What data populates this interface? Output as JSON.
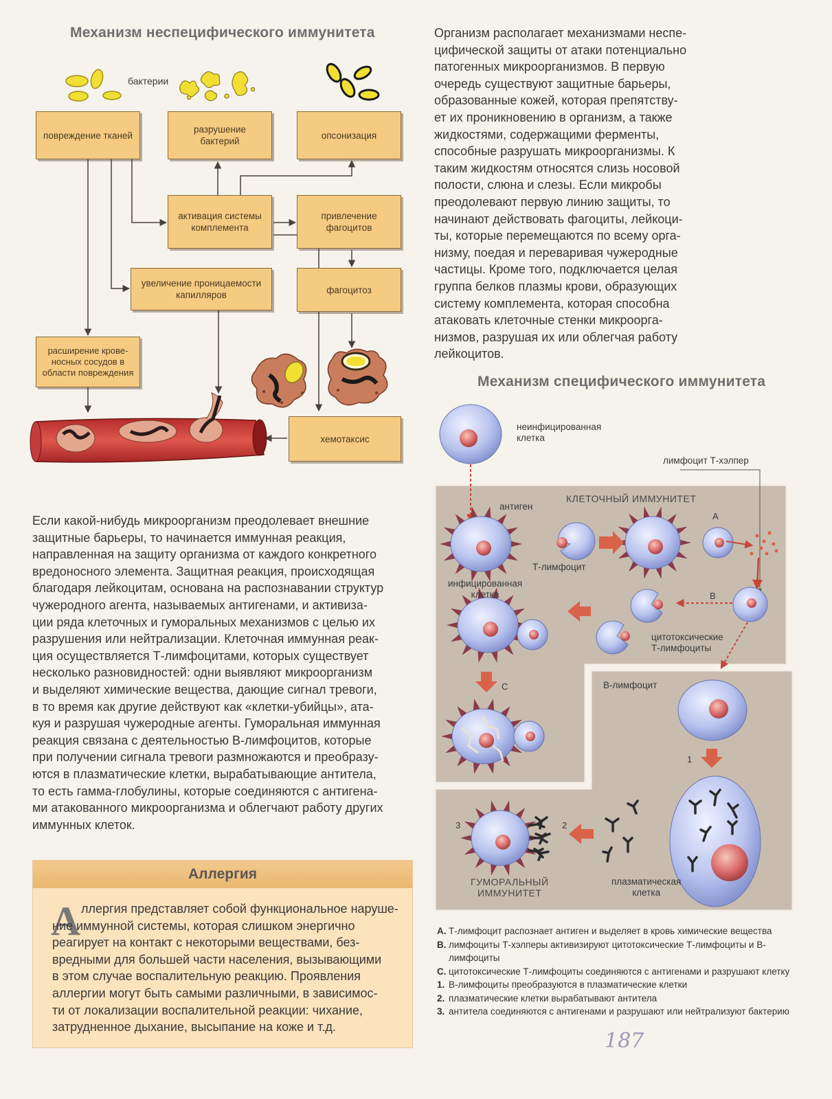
{
  "nonspecific": {
    "title": "Механизм неспецифического иммунитета",
    "bacteria_label": "бактерии",
    "boxes": {
      "tissue_damage": "повреждение тканей",
      "bacteria_destruction": "разрушение\nбактерий",
      "opsonization": "опсонизация",
      "complement_activation": "активация системы\nкомплемента",
      "phagocyte_recruitment": "привлечение\nфагоцитов",
      "capillary_permeability": "увеличение проницаемости\nкапилляров",
      "phagocytosis": "фагоцитоз",
      "vasodilation": "расширение крове-\nносных сосудов в\nобласти повреждения",
      "chemotaxis": "хемотаксис"
    }
  },
  "intro_text": "Организм располагает механизмами неспе-\nцифической защиты от атаки потенциально\nпатогенных микроорганизмов. В первую\nочередь существуют защитные барьеры,\nобразованные кожей, которая препятству-\nет их проникновению в организм, а также\nжидкостями, содержащими ферменты,\nспособные разрушать микроорганизмы. К\nтаким жидкостям относятся слизь носовой\nполости, слюна и слезы. Если микробы\nпреодолевают первую линию защиты, то\nначинают действовать фагоциты, лейкоци-\nты, которые перемещаются по всему орга-\nнизму, поедая и переваривая чужеродные\nчастицы. Кроме того, подключается целая\nгруппа белков плазмы крови, образующих\nсистему комплемента, которая способна\nатаковать клеточные стенки микроорга-\nнизмов, разрушая их или облегчая работу\nлейкоцитов.",
  "immune_text": "Если какой-нибудь микроорганизм преодолевает внешние\nзащитные барьеры, то начинается иммунная реакция,\nнаправленная на защиту организма от каждого конкретного\nвредоносного элемента. Защитная реакция, происходящая\nблагодаря лейкоцитам, основана на распознавании структур\nчужеродного агента, называемых антигенами, и активиза-\nции ряда клеточных и гуморальных механизмов с целью их\nразрушения или нейтрализации. Клеточная иммунная реак-\nция осуществляется Т-лимфоцитами, которых существует\nнесколько разновидностей: одни выявляют микроорганизм\nи выделяют химические вещества, дающие сигнал тревоги,\nв то время как другие действуют как «клетки-убийцы», ата-\nкуя и разрушая чужеродные агенты. Гуморальная иммунная\nреакция связана с деятельностью В-лимфоцитов, которые\nпри получении сигнала тревоги размножаются и преобразу-\nются в плазматические клетки, вырабатывающие антитела,\nто есть гамма-глобулины, которые соединяются с антигена-\nми атакованного микроорганизма и облегчают работу других\nиммунных клеток.",
  "specific": {
    "title": "Механизм специфического иммунитета",
    "uninfected_cell": "неинфицированная\nклетка",
    "t_helper": "лимфоцит Т-хэлпер",
    "cellular_immunity": "КЛЕТОЧНЫЙ ИММУНИТЕТ",
    "antigen": "антиген",
    "t_lymphocyte": "Т-лимфоцит",
    "infected_cell": "инфицированная\nклетка",
    "cytotoxic": "цитотоксические\nТ-лимфоциты",
    "b_lymphocyte": "В-лимфоцит",
    "humoral_immunity": "ГУМОРАЛЬНЫЙ\nИММУНИТЕТ",
    "plasma_cell": "плазматическая\nклетка",
    "marks": {
      "a": "A",
      "b": "B",
      "c": "C",
      "n1": "1",
      "n2": "2",
      "n3": "3"
    }
  },
  "allergy": {
    "title": "Аллергия",
    "dropcap": "А",
    "text": "ллергия представляет собой функциональное наруше-\nние иммунной системы, которая слишком энергично\nреагирует на контакт с некоторыми веществами, без-\nвредными для большей части населения, вызывающими\nв этом случае воспалительную реакцию. Проявления\nаллергии могут быть самыми различными, в зависимос-\nти от локализации воспалительной реакции: чихание,\nзатрудненное дыхание, высыпание на коже и т.д."
  },
  "legend": [
    {
      "key": "A.",
      "text": "Т-лимфоцит  распознает антиген и выделяет в кровь химические вещества"
    },
    {
      "key": "B.",
      "text": "лимфоциты Т-хэлперы активизируют цитотоксические Т-лимфоциты и В-лимфоциты"
    },
    {
      "key": "C.",
      "text": "цитотоксические Т-лимфоциты соединяются с антигенами и разрушают клетку"
    },
    {
      "key": "1.",
      "text": "В-лимфоциты преобразуются в плазматические клетки"
    },
    {
      "key": "2.",
      "text": "плазматические клетки вырабатывают антитела"
    },
    {
      "key": "3.",
      "text": "антитела соединяются с антигенами и разрушают или нейтрализуют бактерию"
    }
  ],
  "page_number": "187",
  "colors": {
    "box_fill": "#f5cb82",
    "panel": "#c8bcaf",
    "cell": "#b9c4ee",
    "nucleus": "#d96a6a",
    "arrow_red": "#d9634a",
    "bacteria": "#f2df33"
  }
}
